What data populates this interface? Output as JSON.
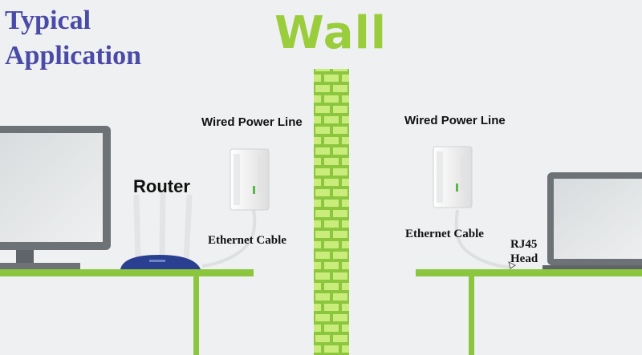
{
  "title_line1": "Typical",
  "title_line2": "Application",
  "wall_label": "Wall",
  "left_side": {
    "power_line_label": "Wired Power Line",
    "router_label": "Router",
    "cable_label": "Ethernet Cable"
  },
  "right_side": {
    "power_line_label": "Wired Power Line",
    "cable_label": "Ethernet Cable",
    "rj45_line1": "RJ45",
    "rj45_line2": "Head"
  },
  "colors": {
    "title": "#4a4aa8",
    "wall_green": "#9acd3c",
    "desk_green": "#8cc63f",
    "device_gray": "#6d7276",
    "router_blue": "#2a3f8f",
    "adapter_white": "#f7f7f7"
  }
}
